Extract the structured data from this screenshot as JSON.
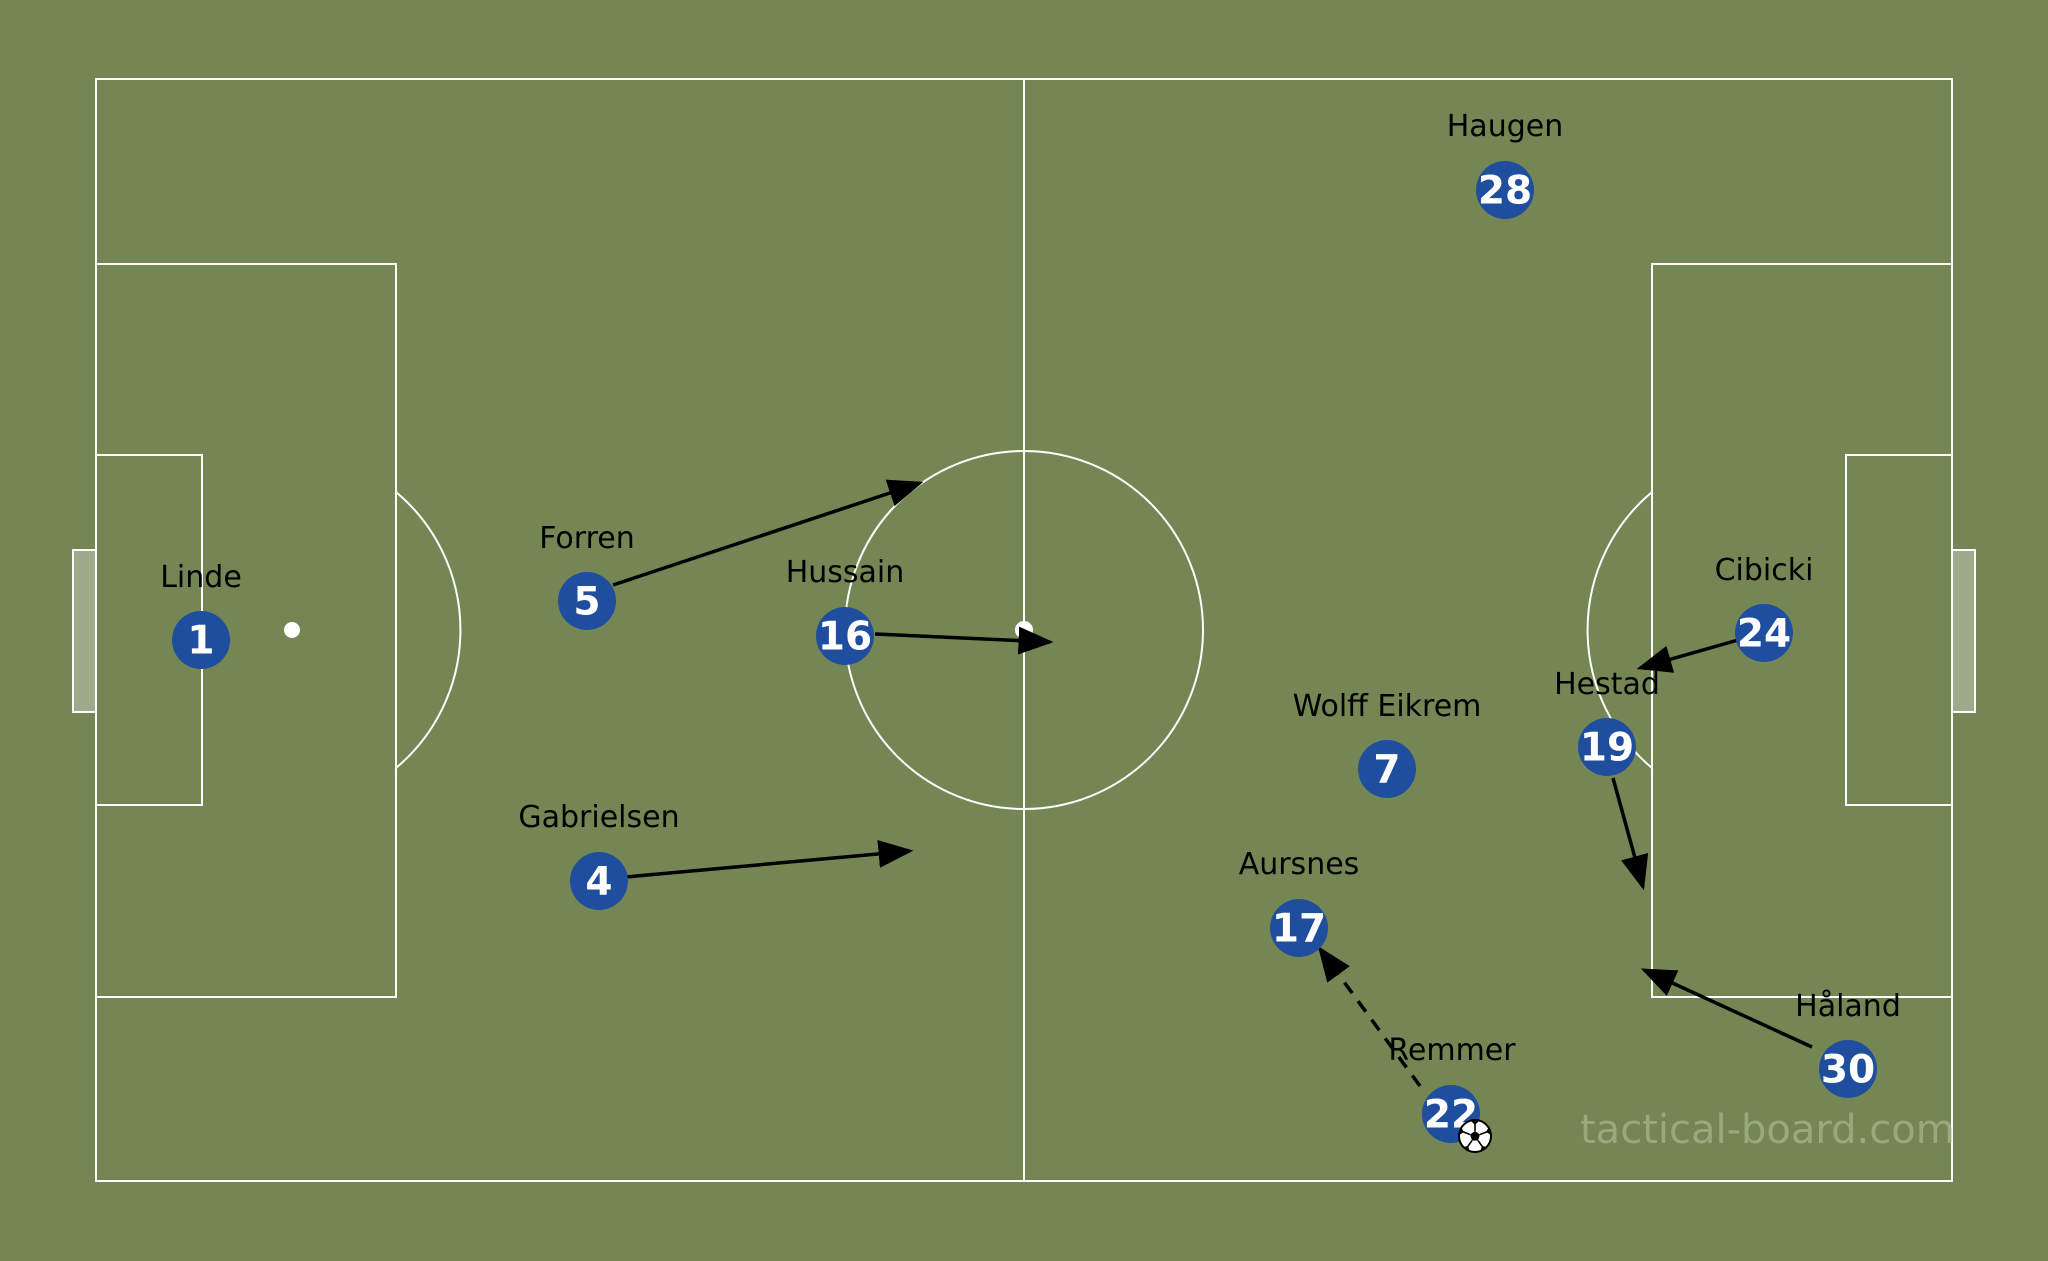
{
  "watermark": "tactical-board.com",
  "colors": {
    "pitch": "#738654",
    "lines": "#ffffff",
    "player": "#1f4e9e",
    "arrow": "#000000"
  },
  "players": [
    {
      "id": "linde",
      "number": "1",
      "name": "Linde"
    },
    {
      "id": "forren",
      "number": "5",
      "name": "Forren"
    },
    {
      "id": "hussain",
      "number": "16",
      "name": "Hussain"
    },
    {
      "id": "gabrielsen",
      "number": "4",
      "name": "Gabrielsen"
    },
    {
      "id": "haugen",
      "number": "28",
      "name": "Haugen"
    },
    {
      "id": "cibicki",
      "number": "24",
      "name": "Cibicki"
    },
    {
      "id": "hestad",
      "number": "19",
      "name": "Hestad"
    },
    {
      "id": "wolff-eikrem",
      "number": "7",
      "name": "Wolff Eikrem"
    },
    {
      "id": "aursnes",
      "number": "17",
      "name": "Aursnes"
    },
    {
      "id": "remmer",
      "number": "22",
      "name": "Remmer"
    },
    {
      "id": "haland",
      "number": "30",
      "name": "Håland"
    }
  ],
  "icons": {
    "ball": "soccer-ball-icon",
    "arrow": "movement-arrow-icon"
  }
}
